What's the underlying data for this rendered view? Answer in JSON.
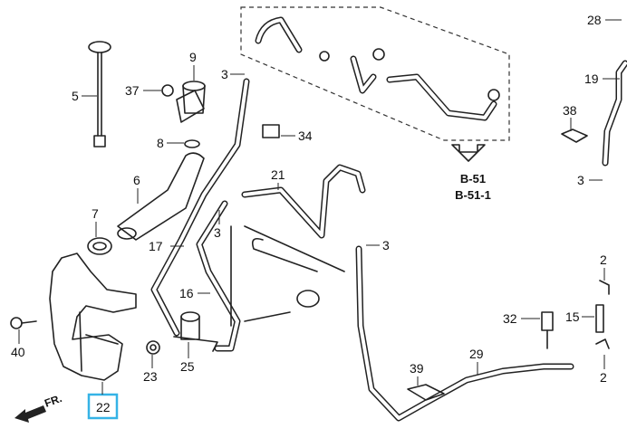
{
  "diagram": {
    "callouts": {
      "c28": "28",
      "c19": "19",
      "c38": "38",
      "c3a": "3",
      "c3b": "3",
      "c3c": "3",
      "c3d": "3",
      "c5": "5",
      "c37": "37",
      "c9": "9",
      "c8": "8",
      "c34": "34",
      "c6": "6",
      "c7": "7",
      "c21": "21",
      "c17": "17",
      "c16": "16",
      "c40": "40",
      "c23": "23",
      "c25": "25",
      "c22": "22",
      "c39": "39",
      "c29": "29",
      "c32": "32",
      "c15": "15",
      "c2a": "2",
      "c2b": "2"
    },
    "references": [
      "B-51",
      "B-51-1"
    ],
    "front_indicator": "FR.",
    "selected_part": "22",
    "highlight_color": "#35b3e6"
  }
}
